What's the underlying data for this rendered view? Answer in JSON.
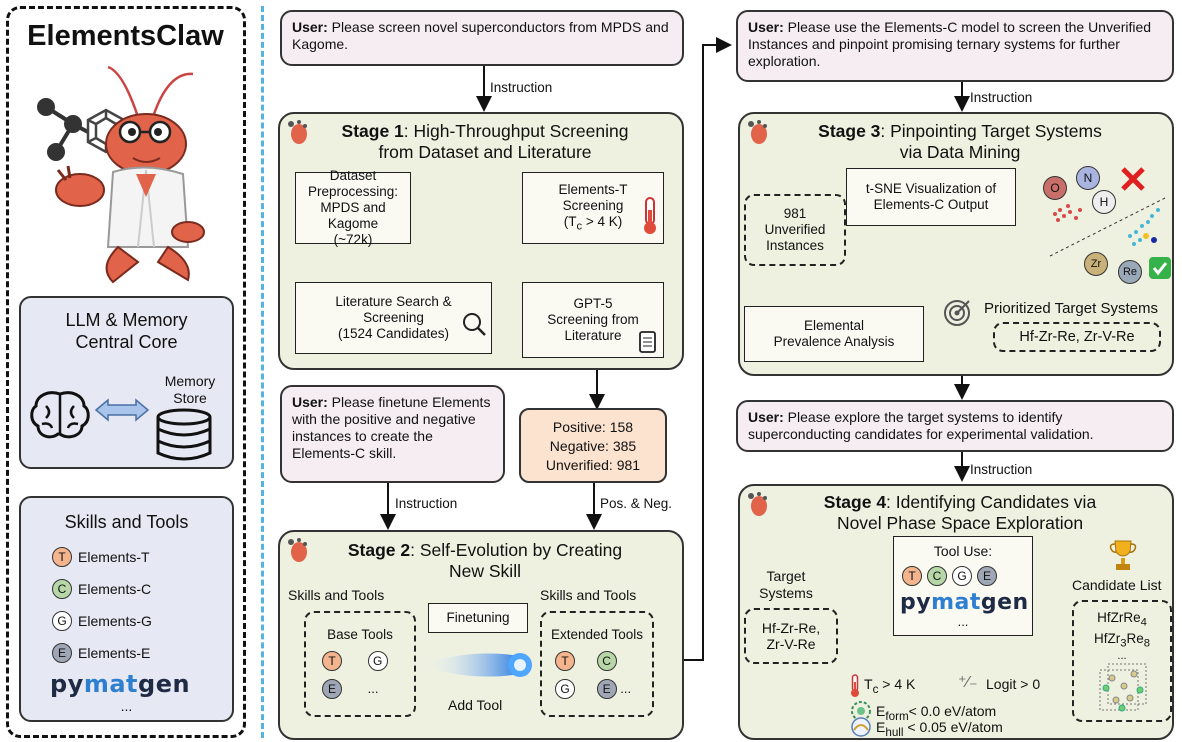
{
  "left": {
    "title": "ElementsClaw",
    "core_title_1": "LLM & Memory",
    "core_title_2": "Central Core",
    "memory_1": "Memory",
    "memory_2": "Store",
    "skills_title": "Skills and Tools",
    "tools": [
      {
        "letter": "T",
        "label": "Elements-T"
      },
      {
        "letter": "C",
        "label": "Elements-C"
      },
      {
        "letter": "G",
        "label": "Elements-G"
      },
      {
        "letter": "E",
        "label": "Elements-E"
      }
    ],
    "pym": {
      "a": "py",
      "b": "mat",
      "c": "gen"
    },
    "ellipsis": "..."
  },
  "user1": {
    "bold": "User:",
    "text": " Please screen novel superconductors from MPDS and Kagome."
  },
  "instruction": "Instruction",
  "stage1": {
    "bold": "Stage 1",
    "title_rest": ": High-Throughput Screening",
    "title_line2": "from Dataset and Literature",
    "box_dataset_1": "Dataset Preprocessing:",
    "box_dataset_2": "MPDS and Kagome",
    "box_dataset_3": "(~72k)",
    "box_et_1": "Elements-T",
    "box_et_2": "Screening",
    "box_et_3": "(T",
    "box_et_sub": "c",
    "box_et_4": " > 4 K)",
    "box_lit_1": "Literature Search &",
    "box_lit_2": "Screening",
    "box_lit_3": "(1524 Candidates)",
    "box_gpt_1": "GPT-5",
    "box_gpt_2": "Screening from",
    "box_gpt_3": "Literature"
  },
  "user2": {
    "bold": "User:",
    "text": " Please finetune Elements with the positive and negative instances to create the Elements-C skill."
  },
  "counts": {
    "pos": "Positive: 158",
    "neg": "Negative: 385",
    "unv": "Unverified: 981"
  },
  "posneg": "Pos. & Neg.",
  "stage2": {
    "bold": "Stage 2",
    "title_rest": ": Self-Evolution by Creating",
    "title_line2": "New Skill",
    "skills_left": "Skills and Tools",
    "skills_right": "Skills and Tools",
    "base": "Base Tools",
    "extended": "Extended Tools",
    "finetuning": "Finetuning",
    "add_tool": "Add Tool",
    "ellipsis": "..."
  },
  "user3": {
    "bold": "User:",
    "text": " Please use the Elements-C model to screen the Unverified Instances and pinpoint promising ternary systems for further exploration."
  },
  "stage3": {
    "bold": "Stage 3",
    "title_rest": ": Pinpointing Target Systems",
    "title_line2": "via Data Mining",
    "tsne_1": "t-SNE Visualization of",
    "tsne_2": "Elements-C Output",
    "unv_1": "981",
    "unv_2": "Unverified",
    "unv_3": "Instances",
    "prev_1": "Elemental",
    "prev_2": "Prevalence Analysis",
    "prior": "Prioritized Target Systems",
    "targets": "Hf-Zr-Re, Zr-V-Re",
    "elements": [
      "O",
      "N",
      "H",
      "Zr",
      "Re"
    ]
  },
  "user4": {
    "bold": "User:",
    "text": " Please explore the target systems to identify superconducting candidates for experimental validation."
  },
  "stage4": {
    "bold": "Stage 4",
    "title_rest": ": Identifying Candidates via",
    "title_line2": "Novel Phase Space Exploration",
    "target_1": "Target",
    "target_2": "Systems",
    "sys_1": "Hf-Zr-Re,",
    "sys_2": "Zr-V-Re",
    "tool_use": "Tool Use:",
    "cand": "Candidate List",
    "cand_1a": "HfZrRe",
    "cand_1s": "4",
    "cand_2a": "HfZr",
    "cand_2s": "3",
    "cand_2b": "Re",
    "cand_2t": "8",
    "tc_a": "T",
    "tc_s": "c",
    "tc_b": " > 4 K",
    "logit": "Logit > 0",
    "ef_a": "E",
    "ef_s": "form",
    "ef_b": "< 0.0 eV/atom",
    "eh_a": "E",
    "eh_s": "hull",
    "eh_b": " < 0.05 eV/atom",
    "ellipsis": "..."
  },
  "colors": {
    "stage_bg": "#eef1e0",
    "user_bg": "#f6edf2",
    "panel_bg": "#e6e8f3",
    "count_bg": "#fbe3d0",
    "accent": "#2f7fd0"
  }
}
